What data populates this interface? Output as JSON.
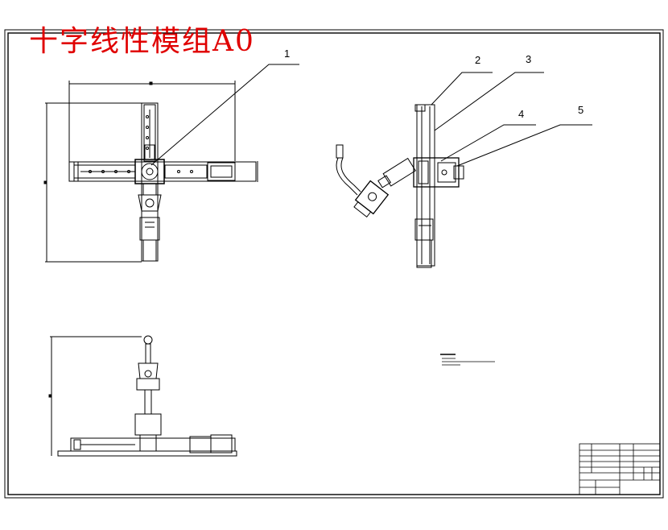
{
  "drawing": {
    "title": "十字线性模组A0",
    "title_color": "#e00000",
    "line_color": "#000000",
    "balloons": [
      "1",
      "2",
      "3",
      "4",
      "5"
    ]
  }
}
